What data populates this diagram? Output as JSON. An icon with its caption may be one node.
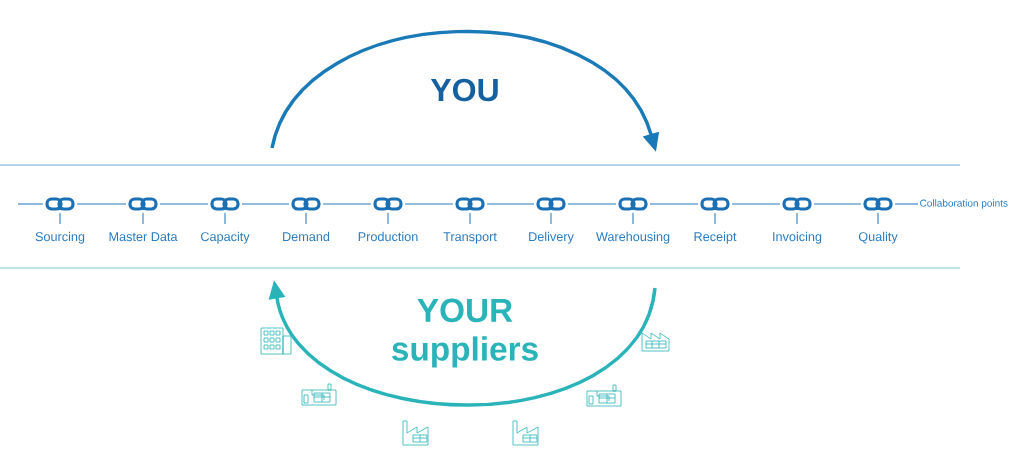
{
  "diagram": {
    "nodes": [
      {
        "text": [
          "Sourcing"
        ]
      },
      {
        "text": [
          "Master Data"
        ]
      },
      {
        "text": [
          "Capacity"
        ]
      },
      {
        "text": [
          "Demand"
        ]
      },
      {
        "text": [
          "Production"
        ]
      },
      {
        "text": [
          "Transport"
        ]
      },
      {
        "text": [
          "Delivery"
        ]
      },
      {
        "text": [
          "Warehousing"
        ]
      },
      {
        "text": [
          "Receipt"
        ]
      },
      {
        "text": [
          "Invoicing"
        ]
      },
      {
        "text": [
          "Quality"
        ]
      },
      {
        "text": [
          "Collaboration points"
        ]
      }
    ],
    "edges": [
      {
        "from": null,
        "to": 0,
        "arrow": "none"
      },
      {
        "from": 0,
        "to": 1,
        "arrow": "none"
      },
      {
        "from": 1,
        "to": 2,
        "arrow": "none"
      },
      {
        "from": 2,
        "to": 3,
        "arrow": "none"
      },
      {
        "from": 3,
        "to": 4,
        "arrow": "none"
      },
      {
        "from": 4,
        "to": 5,
        "arrow": "none"
      },
      {
        "from": 5,
        "to": 6,
        "arrow": "none"
      },
      {
        "from": 6,
        "to": 7,
        "arrow": "none"
      },
      {
        "from": 7,
        "to": 8,
        "arrow": "none"
      },
      {
        "from": 8,
        "to": 9,
        "arrow": "none"
      },
      {
        "from": 9,
        "to": 10,
        "arrow": "none"
      },
      {
        "from": 10,
        "to": 11,
        "arrow": "none"
      }
    ],
    "labels": [
      "YOU",
      "YOUR suppliers"
    ]
  }
}
